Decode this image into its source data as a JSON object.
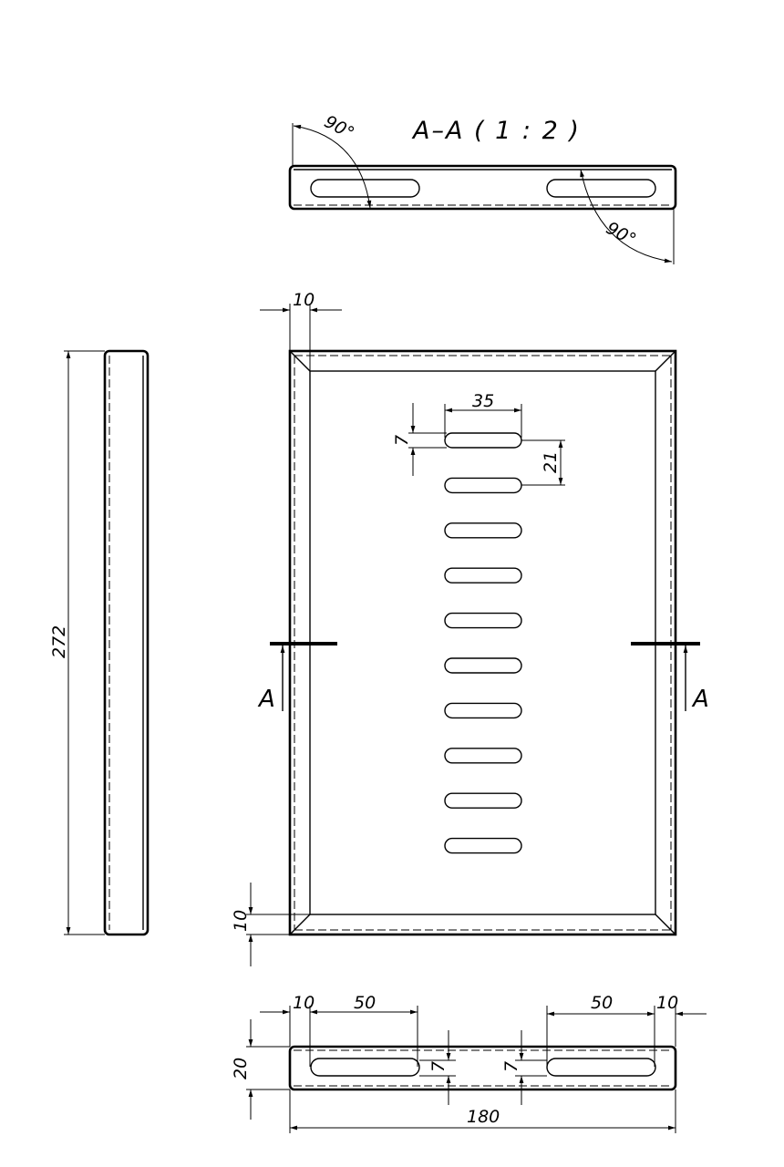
{
  "section_view": {
    "title": "A–A ( 1 : 2 )",
    "angle_left": "90°",
    "angle_right": "90°"
  },
  "front_view": {
    "dim_frame_width_top": "10",
    "dim_slot_length": "35",
    "dim_slot_width": "7",
    "dim_slot_pitch": "21",
    "dim_frame_width_bottom": "10",
    "section_mark_left": "A",
    "section_mark_right": "A",
    "slot_count": 10
  },
  "side_view": {
    "dim_height": "272"
  },
  "bottom_view": {
    "dim_left_edge": "10",
    "dim_left_slot": "50",
    "dim_right_slot": "50",
    "dim_right_edge": "10",
    "dim_height": "20",
    "dim_slot_width_left": "7",
    "dim_slot_width_right": "7",
    "dim_total_width": "180"
  }
}
